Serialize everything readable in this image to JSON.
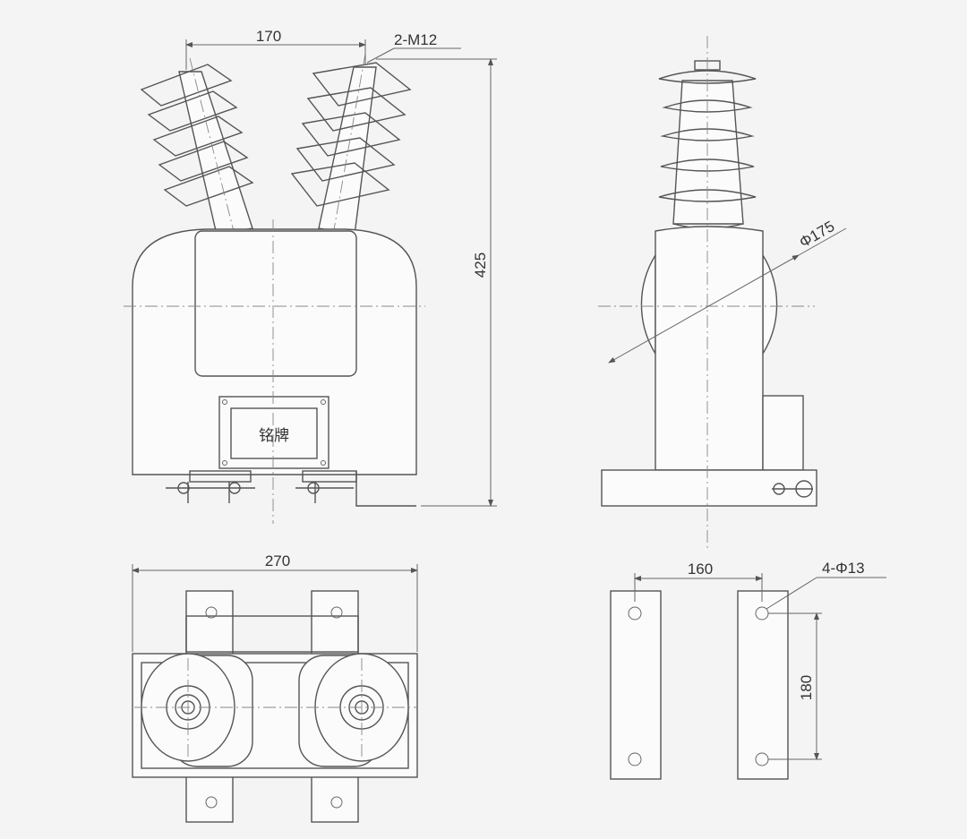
{
  "labels": {
    "front_top_width": "170",
    "terminal": "2-M12",
    "total_height": "425",
    "diameter": "Φ175",
    "nameplate": "铭牌",
    "base_width": "270",
    "hole_spacing_x": "160",
    "holes": "4-Φ13",
    "hole_spacing_y": "180"
  },
  "colors": {
    "line": "#555555",
    "background": "#f4f4f4"
  }
}
